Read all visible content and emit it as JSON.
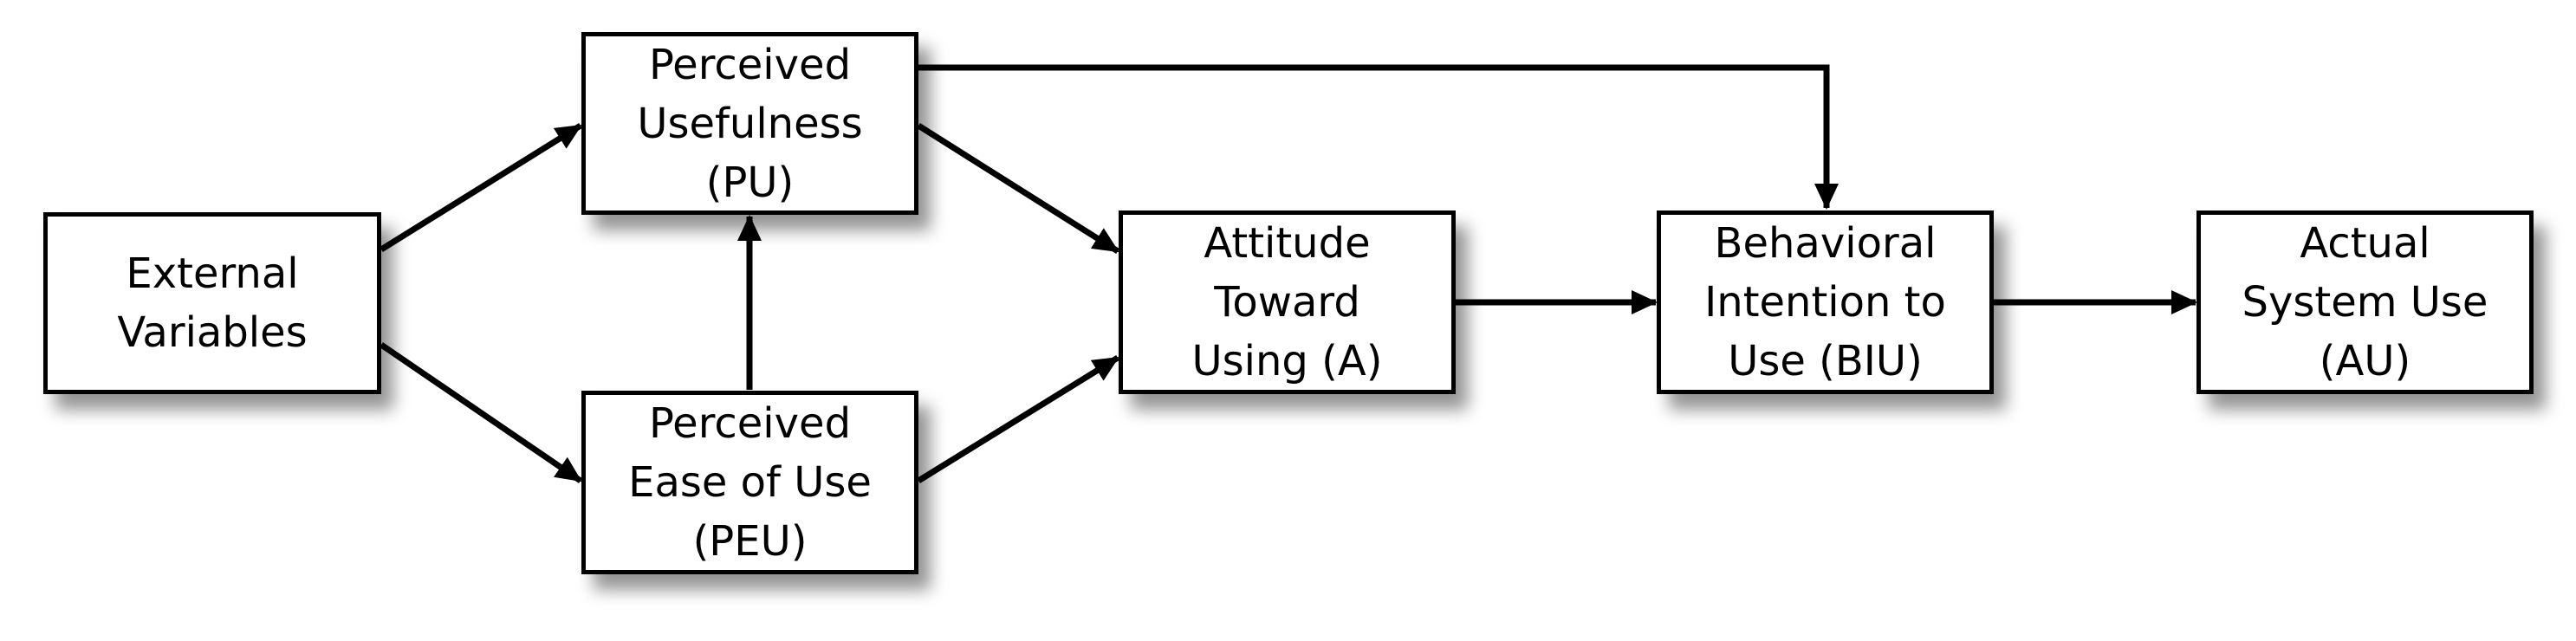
{
  "diagram": {
    "nodes": {
      "external_variables": {
        "line1": "External",
        "line2": "Variables"
      },
      "perceived_usefulness": {
        "line1": "Perceived",
        "line2": "Usefulness",
        "line3": "(PU)"
      },
      "perceived_ease_of_use": {
        "line1": "Perceived",
        "line2": "Ease of Use",
        "line3": "(PEU)"
      },
      "attitude_toward_using": {
        "line1": "Attitude",
        "line2": "Toward",
        "line3": "Using (A)"
      },
      "behavioral_intention": {
        "line1": "Behavioral",
        "line2": "Intention to",
        "line3": "Use (BIU)"
      },
      "actual_system_use": {
        "line1": "Actual",
        "line2": "System Use",
        "line3": "(AU)"
      }
    },
    "edges": [
      {
        "from": "External Variables",
        "to": "Perceived Usefulness (PU)"
      },
      {
        "from": "External Variables",
        "to": "Perceived Ease of Use (PEU)"
      },
      {
        "from": "Perceived Ease of Use (PEU)",
        "to": "Perceived Usefulness (PU)"
      },
      {
        "from": "Perceived Usefulness (PU)",
        "to": "Attitude Toward Using (A)"
      },
      {
        "from": "Perceived Ease of Use (PEU)",
        "to": "Attitude Toward Using (A)"
      },
      {
        "from": "Perceived Usefulness (PU)",
        "to": "Behavioral Intention to Use (BIU)"
      },
      {
        "from": "Attitude Toward Using (A)",
        "to": "Behavioral Intention to Use (BIU)"
      },
      {
        "from": "Behavioral Intention to Use (BIU)",
        "to": "Actual System Use (AU)"
      }
    ]
  }
}
